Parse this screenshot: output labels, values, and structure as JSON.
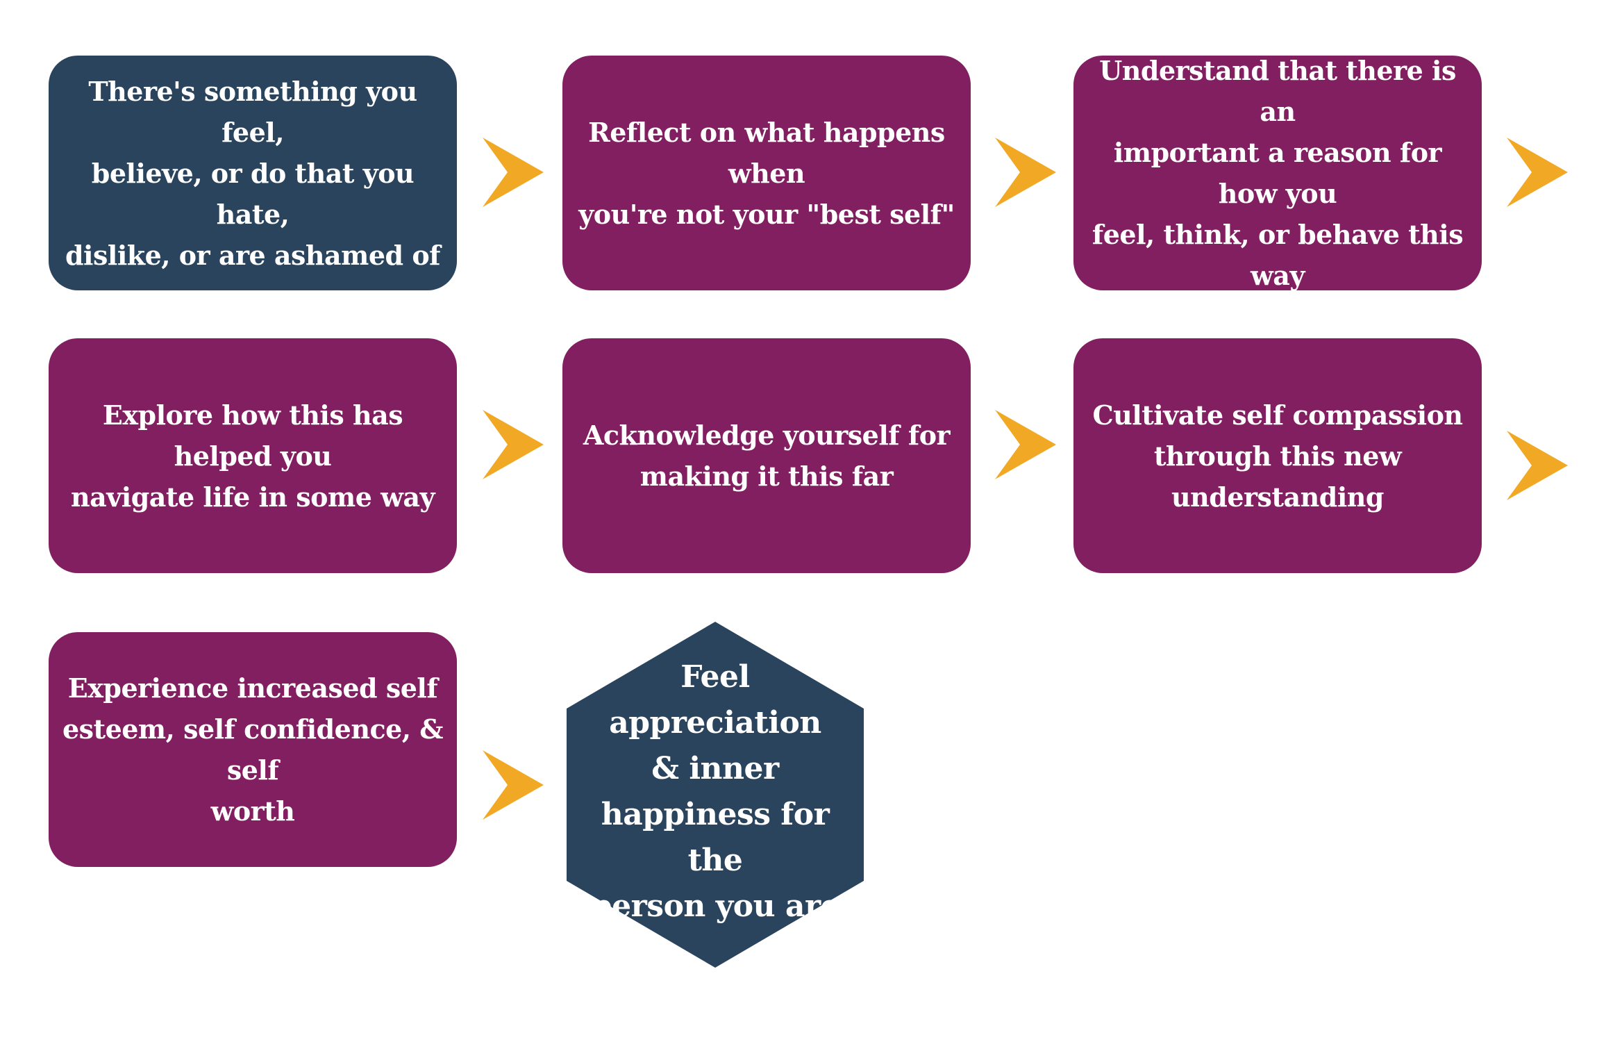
{
  "colors": {
    "navy": "#2b445e",
    "plum": "#821f60",
    "arrow": "#f0a825",
    "text": "#ffffff",
    "background": "#ffffff"
  },
  "steps": [
    {
      "id": "step-1",
      "text": "There's something you feel,\nbelieve, or do that you hate,\ndislike, or are ashamed of",
      "color": "#2b445e"
    },
    {
      "id": "step-2",
      "text": "Reflect on what happens when\nyou're not your \"best self\"",
      "color": "#821f60"
    },
    {
      "id": "step-3",
      "text": "Understand that there is an\nimportant a reason for how you\nfeel, think, or  behave this way",
      "color": "#821f60"
    },
    {
      "id": "step-4",
      "text": "Explore how this has helped you\nnavigate life in some way",
      "color": "#821f60"
    },
    {
      "id": "step-5",
      "text": "Acknowledge yourself for\nmaking it this far",
      "color": "#821f60"
    },
    {
      "id": "step-6",
      "text": "Cultivate self compassion\nthrough this new understanding",
      "color": "#821f60"
    },
    {
      "id": "step-7",
      "text": "Experience increased self\nesteem, self confidence, & self\nworth",
      "color": "#821f60"
    }
  ],
  "final": {
    "text": "Feel appreciation\n& inner\nhappiness for the\nperson you are",
    "shape": "hexagon",
    "color": "#2b445e"
  },
  "arrow_icon": "chevron-right-arrow-icon"
}
